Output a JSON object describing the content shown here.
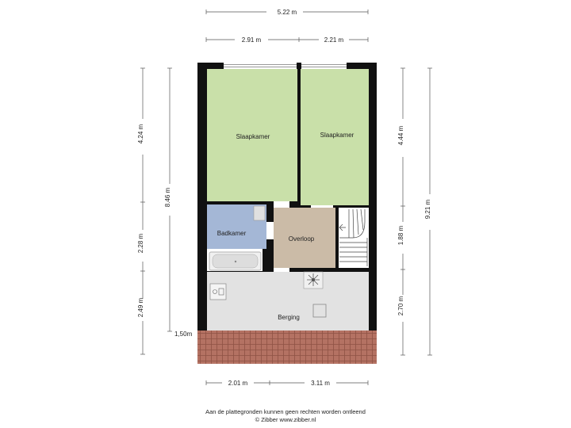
{
  "rooms": {
    "slaapkamer_left": "Slaapkamer",
    "slaapkamer_right": "Slaapkamer",
    "badkamer": "Badkamer",
    "overloop": "Overloop",
    "berging": "Berging"
  },
  "dimensions": {
    "top_total": "5.22 m",
    "top_left": "2.91 m",
    "top_right": "2.21 m",
    "bottom_left": "2.01 m",
    "bottom_right": "3.11 m",
    "left_top": "4.24 m",
    "left_middle": "2.28 m",
    "left_bottom": "2.49 m",
    "left_total": "8.46 m",
    "right_top": "4.44 m",
    "right_middle": "1.88 m",
    "right_bottom": "2.70 m",
    "right_total": "9.21 m",
    "roof_height": "1,50m"
  },
  "footer": {
    "line1": "Aan de plattegronden kunnen geen rechten worden ontleend",
    "line2": "© Zibber www.zibber.nl"
  },
  "colors": {
    "bedroom": "#c9e0a9",
    "bathroom": "#a4b7d6",
    "landing": "#cbbba7",
    "storage": "#e2e2e2",
    "roof": "#b47263",
    "wall": "#111111"
  }
}
